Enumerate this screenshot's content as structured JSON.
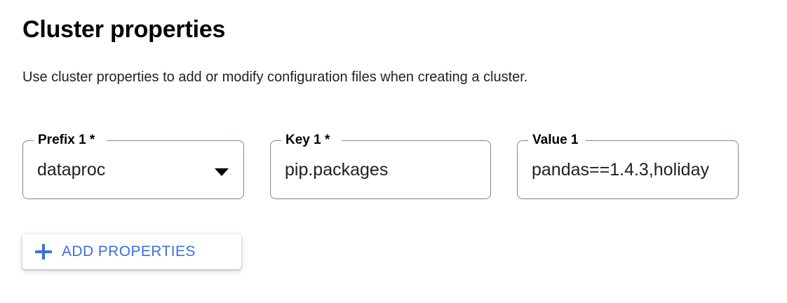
{
  "section": {
    "title": "Cluster properties",
    "description": "Use cluster properties to add or modify configuration files when creating a cluster."
  },
  "fields": [
    {
      "name": "prefix",
      "label": "Prefix 1 *",
      "value": "dataproc",
      "type": "select",
      "icon": "chevron-down-icon",
      "required": true
    },
    {
      "name": "key",
      "label": "Key 1 *",
      "value": "pip.packages",
      "type": "text",
      "required": true
    },
    {
      "name": "value",
      "label": "Value 1",
      "value": "pandas==1.4.3,holiday",
      "type": "text",
      "required": false
    }
  ],
  "actions": {
    "add_properties": {
      "label": "ADD PROPERTIES",
      "icon": "plus-icon"
    }
  },
  "colors": {
    "accent": "#3b6fdb",
    "text": "#202124",
    "field_border": "#80868b",
    "background": "#ffffff"
  }
}
